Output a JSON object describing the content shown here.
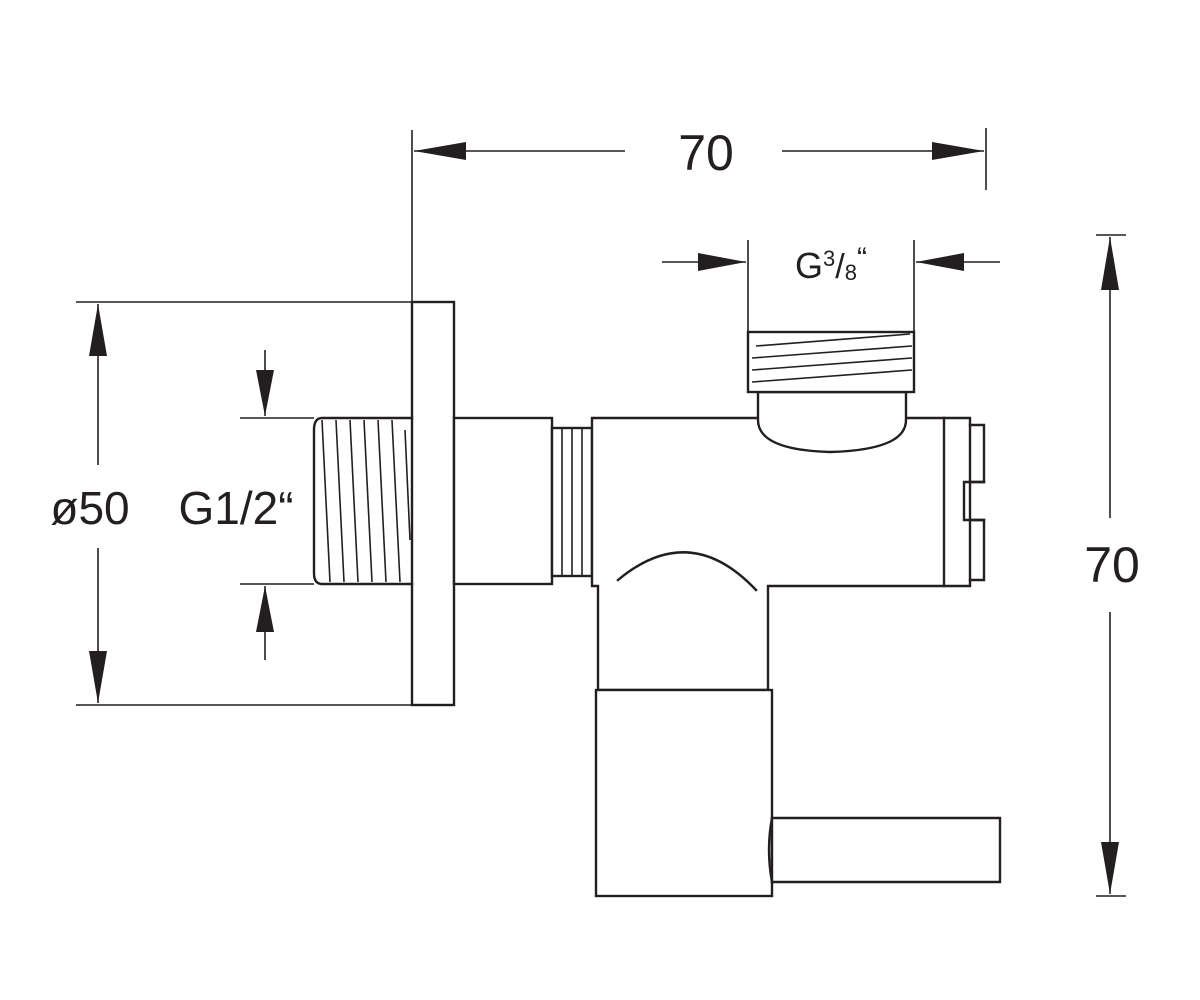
{
  "dimensions": {
    "width_top": "70",
    "height_right": "70",
    "diameter": "ø50",
    "inlet_thread": "G1/2“",
    "outlet_thread": {
      "prefix": "G",
      "numerator": "3",
      "slash": "/",
      "denominator": "8",
      "suffix": "“"
    }
  },
  "colors": {
    "line": "#231f20",
    "background": "#ffffff"
  }
}
